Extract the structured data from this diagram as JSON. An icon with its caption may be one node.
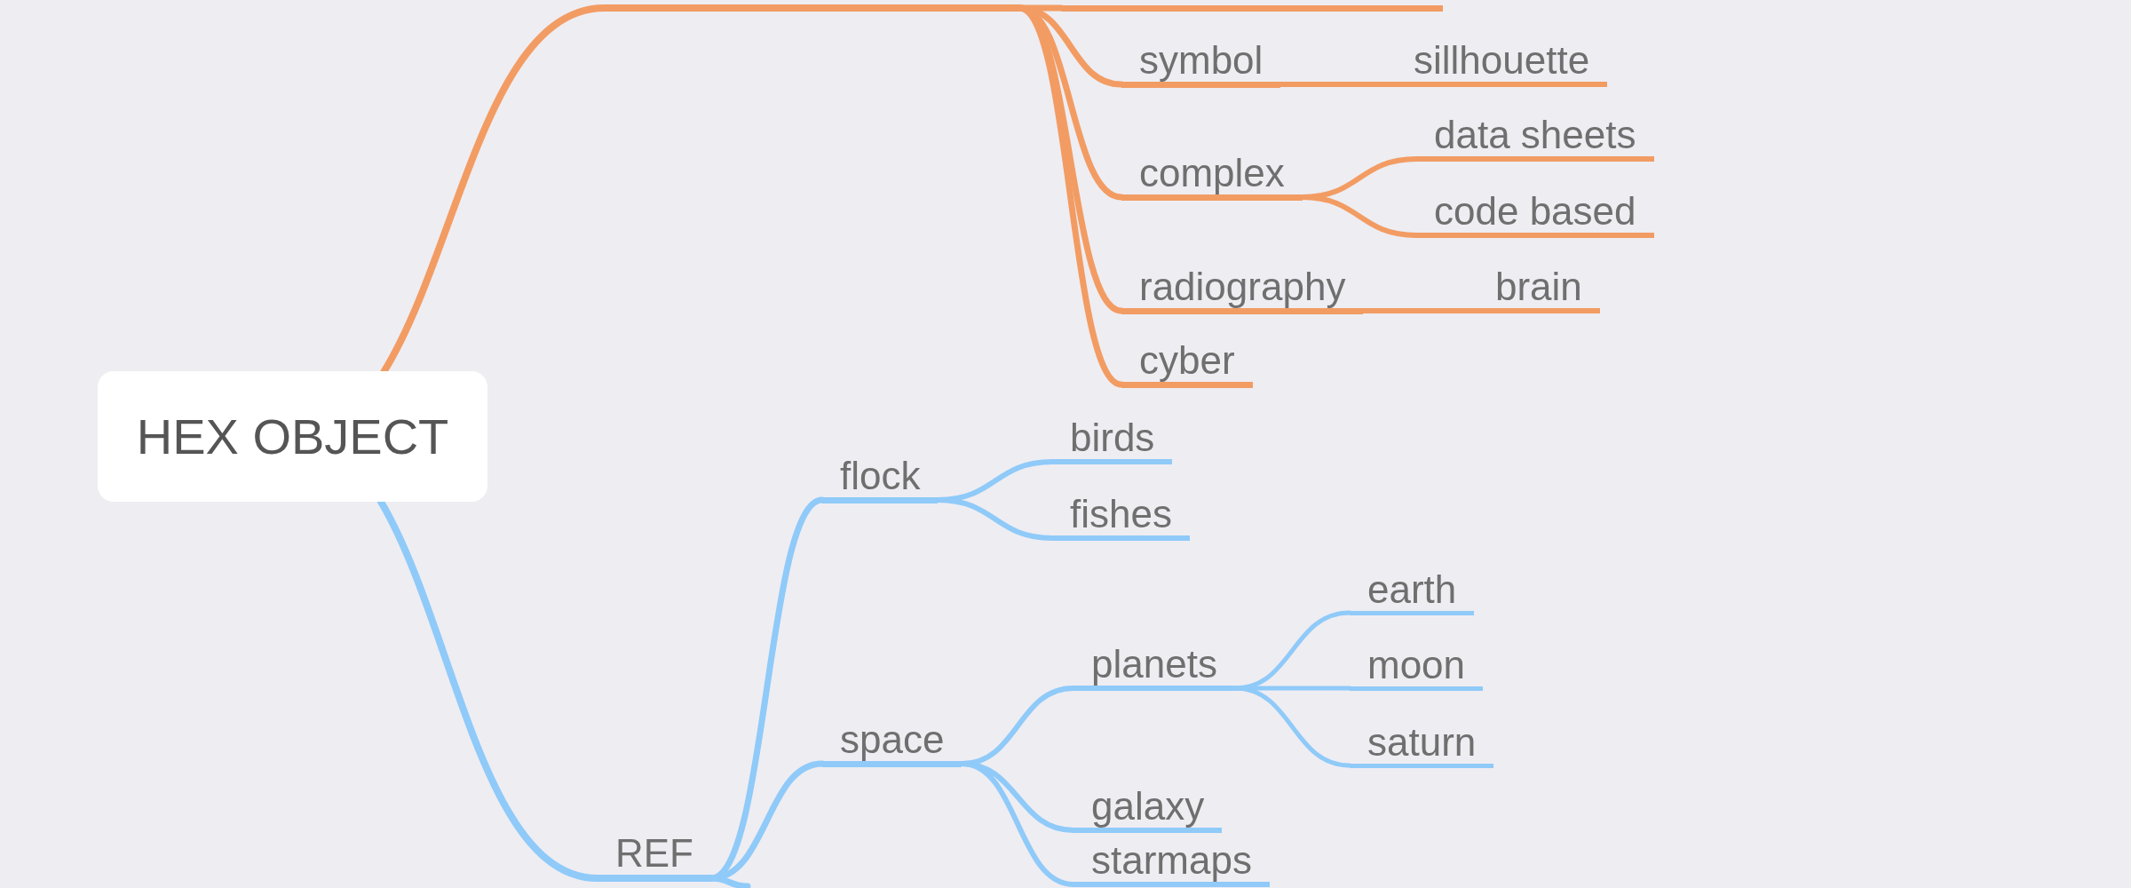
{
  "diagram": {
    "nodes": [
      {
        "text": [
          "HEX OBJECT"
        ]
      },
      {
        "text": [],
        "shape": "bar"
      },
      {
        "text": [],
        "shape": "bar"
      },
      {
        "text": [
          "symbol"
        ]
      },
      {
        "text": [
          "sillhouette"
        ]
      },
      {
        "text": [
          "complex"
        ]
      },
      {
        "text": [
          "data sheets"
        ]
      },
      {
        "text": [
          "code based"
        ]
      },
      {
        "text": [
          "radiography"
        ]
      },
      {
        "text": [
          "brain"
        ]
      },
      {
        "text": [
          "cyber"
        ]
      },
      {
        "text": [
          "REF"
        ]
      },
      {
        "text": [
          "flock"
        ]
      },
      {
        "text": [
          "birds"
        ]
      },
      {
        "text": [
          "fishes"
        ]
      },
      {
        "text": [
          "space"
        ]
      },
      {
        "text": [
          "planets"
        ]
      },
      {
        "text": [
          "earth"
        ]
      },
      {
        "text": [
          "moon"
        ]
      },
      {
        "text": [
          "saturn"
        ]
      },
      {
        "text": [
          "galaxy"
        ]
      },
      {
        "text": [
          "starmaps"
        ]
      }
    ],
    "edges": [
      {
        "from": 0,
        "to": 1,
        "arrow": "none",
        "color": "#f29c63"
      },
      {
        "from": 1,
        "to": 2,
        "arrow": "none",
        "color": "#f29c63"
      },
      {
        "from": 1,
        "to": 3,
        "arrow": "none",
        "color": "#f29c63"
      },
      {
        "from": 3,
        "to": 4,
        "arrow": "none",
        "color": "#f29c63"
      },
      {
        "from": 1,
        "to": 5,
        "arrow": "none",
        "color": "#f29c63"
      },
      {
        "from": 5,
        "to": 6,
        "arrow": "none",
        "color": "#f29c63"
      },
      {
        "from": 5,
        "to": 7,
        "arrow": "none",
        "color": "#f29c63"
      },
      {
        "from": 1,
        "to": 8,
        "arrow": "none",
        "color": "#f29c63"
      },
      {
        "from": 8,
        "to": 9,
        "arrow": "none",
        "color": "#f29c63"
      },
      {
        "from": 1,
        "to": 10,
        "arrow": "none",
        "color": "#f29c63"
      },
      {
        "from": 0,
        "to": 11,
        "arrow": "none"
      },
      {
        "from": 11,
        "to": 12,
        "arrow": "none"
      },
      {
        "from": 12,
        "to": 13,
        "arrow": "none"
      },
      {
        "from": 12,
        "to": 14,
        "arrow": "none"
      },
      {
        "from": 11,
        "to": 15,
        "arrow": "none"
      },
      {
        "from": 15,
        "to": 16,
        "arrow": "none"
      },
      {
        "from": 16,
        "to": 17,
        "arrow": "none"
      },
      {
        "from": 16,
        "to": 18,
        "arrow": "none"
      },
      {
        "from": 16,
        "to": 19,
        "arrow": "none"
      },
      {
        "from": 15,
        "to": 20,
        "arrow": "none"
      },
      {
        "from": 15,
        "to": 21,
        "arrow": "none"
      },
      {
        "from": 11,
        "to": null,
        "arrow": "none"
      }
    ]
  }
}
